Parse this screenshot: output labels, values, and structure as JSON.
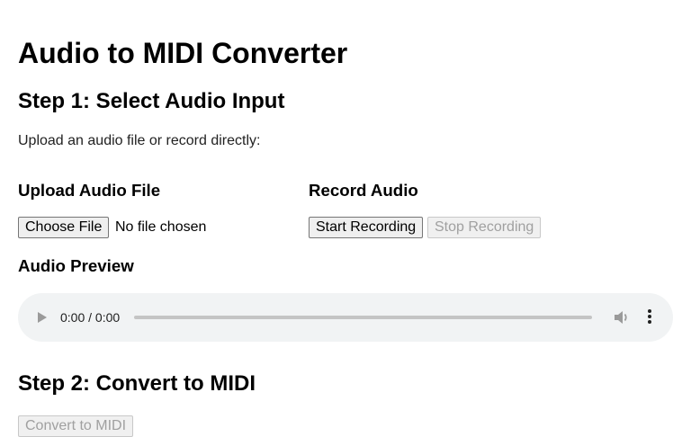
{
  "page": {
    "title": "Audio to MIDI Converter"
  },
  "step1": {
    "heading": "Step 1: Select Audio Input",
    "intro": "Upload an audio file or record directly:",
    "upload": {
      "heading": "Upload Audio File",
      "choose_button_label": "Choose File",
      "file_status": "No file chosen"
    },
    "record": {
      "heading": "Record Audio",
      "start_button_label": "Start Recording",
      "stop_button_label": "Stop Recording",
      "stop_disabled": true
    },
    "preview": {
      "heading": "Audio Preview",
      "player": {
        "time_display": "0:00 / 0:00",
        "play_icon": "play-icon",
        "volume_icon": "volume-icon",
        "more_icon": "more-options-icon",
        "progress": 0
      }
    }
  },
  "step2": {
    "heading": "Step 2: Convert to MIDI",
    "convert_button_label": "Convert to MIDI",
    "convert_disabled": true
  },
  "colors": {
    "background": "#ffffff",
    "text": "#000000",
    "button_bg": "#efefef",
    "button_border": "#767676",
    "disabled_text": "#a0a0a0",
    "player_bg": "#f1f3f4"
  }
}
